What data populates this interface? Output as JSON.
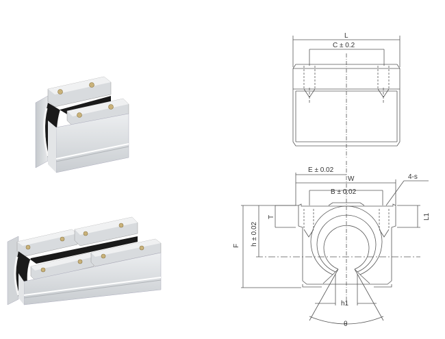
{
  "photos": [
    {
      "name": "short-open-linear-bearing-block",
      "description": "Aluminium open linear bushing block, short type"
    },
    {
      "name": "long-open-linear-bearing-block",
      "description": "Aluminium open linear bushing block, long (double) type"
    }
  ],
  "side_view": {
    "labels": {
      "L": "L",
      "C": "C ± 0.2"
    }
  },
  "front_view": {
    "labels": {
      "E": "E ± 0.02",
      "W": "W",
      "B": "B ± 0.02",
      "S": "4-s",
      "T": "T",
      "L1": "L1",
      "h": "h ± 0.02",
      "F": "F",
      "h1": "h1",
      "theta": "θ"
    }
  },
  "colors": {
    "line": "#555555",
    "aluminium": "#d9dcdf",
    "aluminium_dark": "#b5b9bd",
    "screw": "#c9b27a",
    "seal": "#1a1a1a"
  }
}
